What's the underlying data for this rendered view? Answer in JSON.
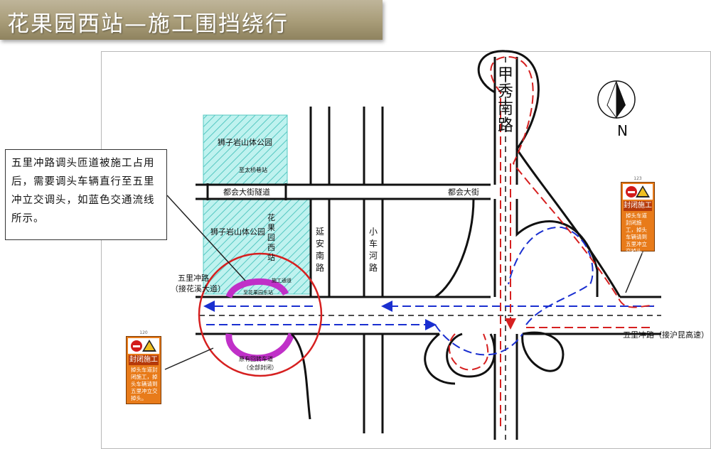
{
  "header": {
    "title": "花果园西站—施工围挡绕行"
  },
  "callout": {
    "text": "五里冲路调头匝道被施工占用后，需要调头车辆直行至五里冲立交调头，如蓝色交通流线所示。"
  },
  "map_labels": {
    "park_top": "狮子岩山体公园",
    "park_bottom": "狮子岩山体公园",
    "bridge_stop": "至太桥巷站",
    "duhui_tunnel": "都会大街隧道",
    "duhui_street": "都会大街",
    "station_name": "花果园西站",
    "construction_channel": "施工通道",
    "wuliChong_left_1": "五里冲路",
    "wuliChong_left_2": "（接花溪大道）",
    "huaguoyuan_east": "至花果园东站",
    "original_ramp_1": "原有回转车道",
    "original_ramp_2": "（全部封闭）",
    "yanan_south": "延安南路",
    "xiaochehe": "小车河路",
    "jiaxiu_south": "甲秀南路",
    "wuliChong_right": "五里冲路（接沪昆高速）",
    "north": "N"
  },
  "sign_left": {
    "number": "120",
    "title": "封闭施工",
    "body": "掉头车道封闭施工，掉头车辆请到五里冲立交掉头。"
  },
  "sign_right": {
    "number": "123",
    "title": "封闭施工",
    "body": "掉头车道封闭施工，掉头车辆请到五里冲立交掉头。"
  },
  "colors": {
    "title_bg": "#a89c78",
    "park_fill": "#7fe0dc",
    "circle_red": "#d62020",
    "ramp_magenta": "#c030c8",
    "flow_blue": "#1a2fd0",
    "flow_red": "#d62020",
    "sign_orange": "#e87b1a"
  }
}
